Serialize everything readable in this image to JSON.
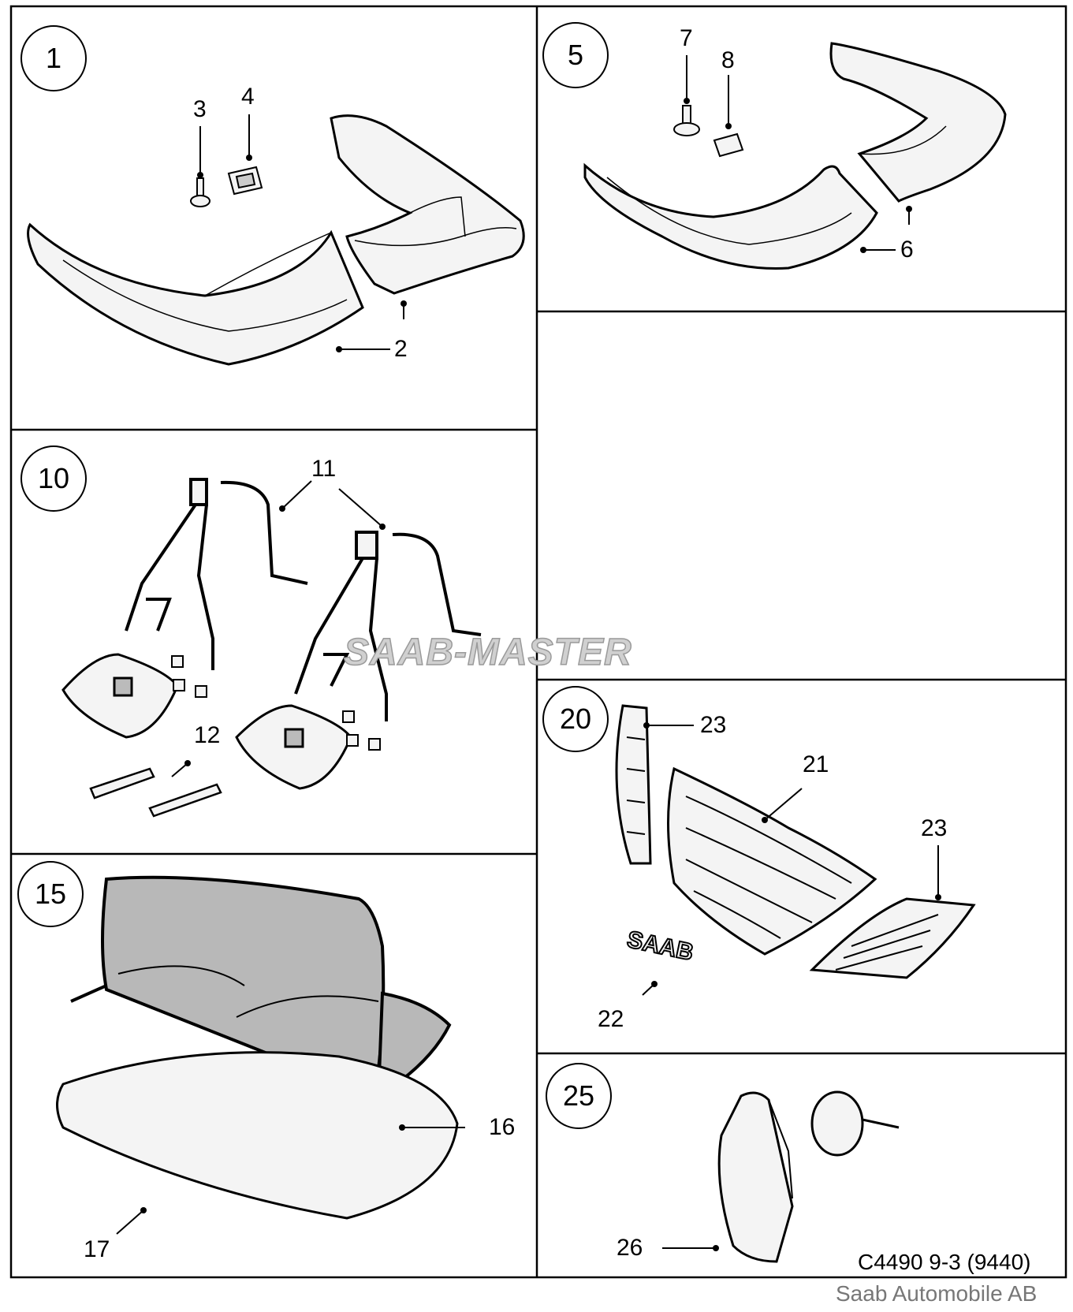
{
  "sections": {
    "s1": "1",
    "s5": "5",
    "s10": "10",
    "s15": "15",
    "s20": "20",
    "s25": "25"
  },
  "callouts": {
    "c2": "2",
    "c3": "3",
    "c4": "4",
    "c6": "6",
    "c7": "7",
    "c8": "8",
    "c11": "11",
    "c12": "12",
    "c16": "16",
    "c17": "17",
    "c21": "21",
    "c22": "22",
    "c23a": "23",
    "c23b": "23",
    "c26": "26"
  },
  "watermark": "SAAB-MASTER",
  "footer": {
    "code": "C4490 9-3 (9440)",
    "copyright": "Saab Automobile AB"
  },
  "badge_text": "SAAB",
  "colors": {
    "line": "#000000",
    "panel_fill": "#b8b8b8",
    "part_fill": "#f4f4f4"
  }
}
